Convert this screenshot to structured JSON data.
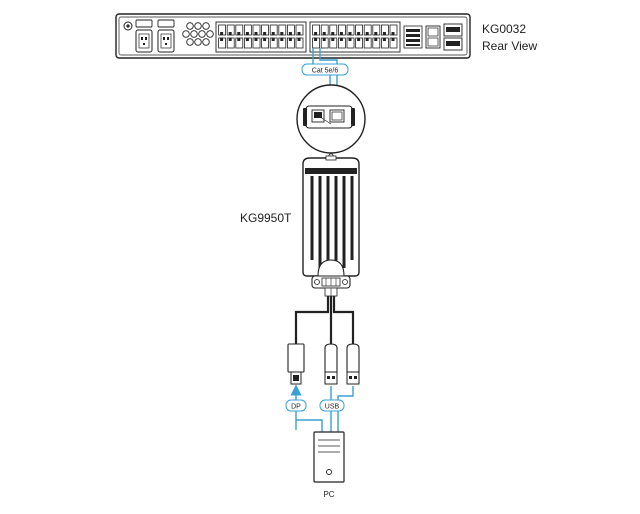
{
  "device": {
    "model": "KG0032",
    "view": "Rear View"
  },
  "adapter": {
    "model": "KG9950T"
  },
  "cable": {
    "label": "Cat 5e/6"
  },
  "connectors": {
    "dp": "DP",
    "usb": "USB"
  },
  "computer": {
    "label": "PC"
  },
  "colors": {
    "line": "#222222",
    "cable": "#3aa0d4",
    "fill": "#ffffff"
  }
}
